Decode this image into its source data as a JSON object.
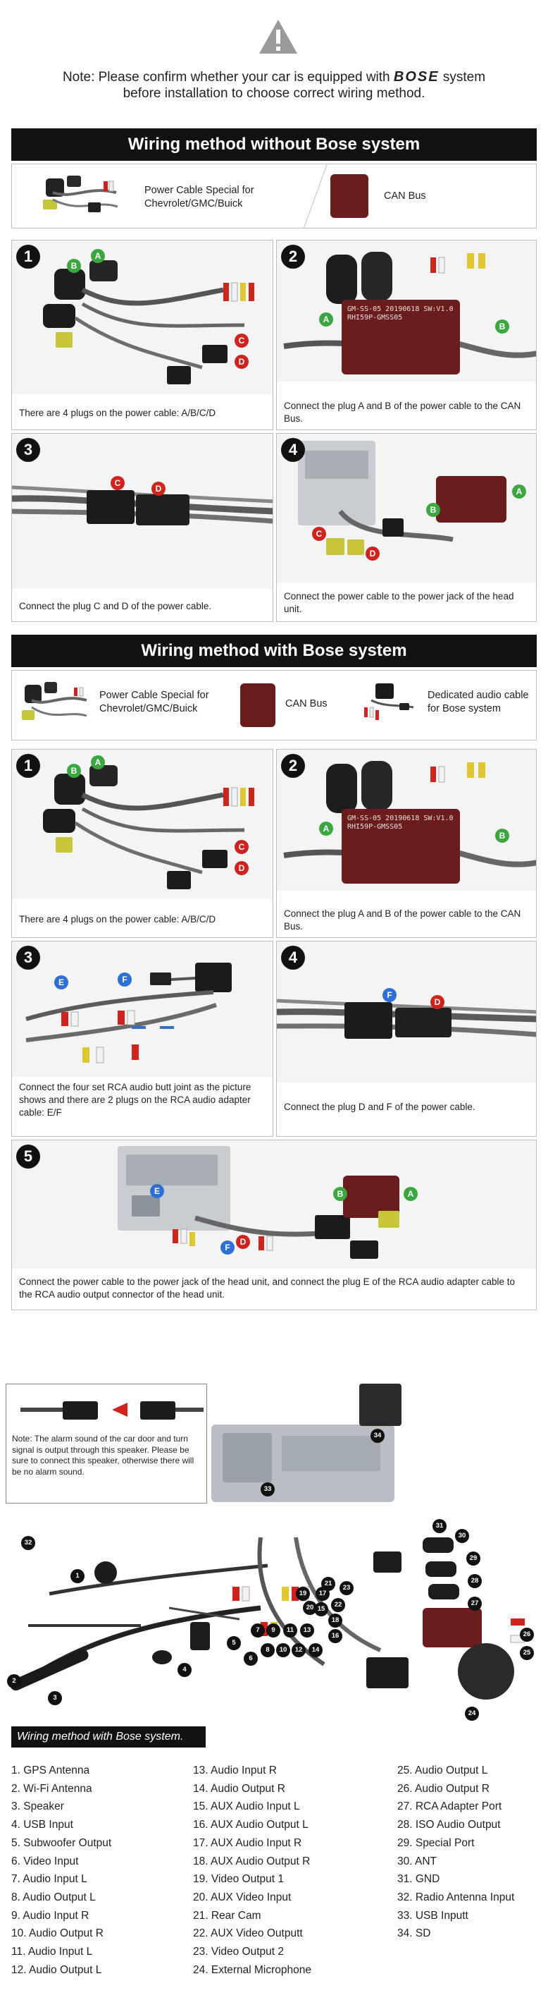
{
  "header": {
    "note_line1_pre": "Note: Please confirm whether your car is equipped with",
    "note_brand": "BOSE",
    "note_line1_post": "system",
    "note_line2": "before installation to choose correct wiring method."
  },
  "section1": {
    "title": "Wiring method without Bose system",
    "legend": [
      {
        "label": "Power Cable Special for Chevrolet/GMC/Buick"
      },
      {
        "label": "CAN Bus"
      }
    ],
    "steps": [
      {
        "num": "1",
        "caption": "There are 4 plugs on the power cable: A/B/C/D"
      },
      {
        "num": "2",
        "caption": "Connect the plug A and B of the power cable to the CAN Bus."
      },
      {
        "num": "3",
        "caption": "Connect the plug C and D of the power cable."
      },
      {
        "num": "4",
        "caption": "Connect the power cable to the power jack of the head unit."
      }
    ],
    "can_label": "GM-SS-05 20190618 SW:V1.0 RHI59P-GMSS05"
  },
  "section2": {
    "title": "Wiring method with Bose system",
    "legend": [
      {
        "label": "Power Cable Special for Chevrolet/GMC/Buick"
      },
      {
        "label": "CAN Bus"
      },
      {
        "label": "Dedicated audio cable for Bose system"
      }
    ],
    "steps": [
      {
        "num": "1",
        "caption": "There are 4 plugs on the power cable: A/B/C/D"
      },
      {
        "num": "2",
        "caption": "Connect the plug A and B of the power cable to the CAN Bus."
      },
      {
        "num": "3",
        "caption": "Connect the four set RCA audio butt joint as the picture shows and there are 2 plugs on the RCA audio adapter cable: E/F"
      },
      {
        "num": "4",
        "caption": "Connect the plug D and F of the power cable."
      },
      {
        "num": "5",
        "caption": "Connect the power cable to the power jack of the head unit, and connect the plug E of the RCA audio adapter cable to the RCA audio output connector of the head unit."
      }
    ]
  },
  "plugs": {
    "a": "A",
    "b": "B",
    "c": "C",
    "d": "D",
    "e": "E",
    "f": "F"
  },
  "diagram": {
    "alarm_note": "Note: The alarm sound of the car door and turn signal is output through this speaker. Please be sure to connect this speaker, otherwise there will be no alarm sound.",
    "legend_title": "Wiring method with Bose system.",
    "list_col1": [
      "1. GPS Antenna",
      "2. Wi-Fi Antenna",
      "3. Speaker",
      "4. USB Input",
      "5. Subwoofer Output",
      "6. Video Input",
      "7. Audio Input L",
      "8. Audio Output L",
      "9. Audio Input R",
      "10. Audio Output R",
      "11.  Audio Input L",
      "12. Audio Output L"
    ],
    "list_col2": [
      "13. Audio Input R",
      "14. Audio Output R",
      "15. AUX Audio Input L",
      "16. AUX Audio Output L",
      "17. AUX Audio Input R",
      "18. AUX Audio Output R",
      "19. Video Output 1",
      "20. AUX Video Input",
      "21.   Rear Cam",
      "22. AUX Video Outputt",
      "23. Video Output 2",
      "24. External Microphone"
    ],
    "list_col3": [
      "25. Audio Output L",
      "26. Audio Output R",
      "27. RCA Adapter Port",
      "28. ISO Audio Output",
      "29. Special Port",
      "30. ANT",
      "31. GND",
      "32. Radio Antenna Input",
      "33. USB Inputt",
      "34. SD"
    ],
    "numbers": [
      "1",
      "2",
      "3",
      "4",
      "5",
      "6",
      "7",
      "8",
      "9",
      "10",
      "11",
      "12",
      "13",
      "14",
      "15",
      "16",
      "17",
      "18",
      "19",
      "20",
      "21",
      "22",
      "23",
      "24",
      "25",
      "26",
      "27",
      "28",
      "29",
      "30",
      "31",
      "32",
      "33",
      "34"
    ]
  },
  "colors": {
    "bar": "#121212",
    "green_tag": "#3ca640",
    "red_tag": "#d0231d",
    "blue_tag": "#2e6fd6",
    "canbus": "#6b1d1d"
  }
}
